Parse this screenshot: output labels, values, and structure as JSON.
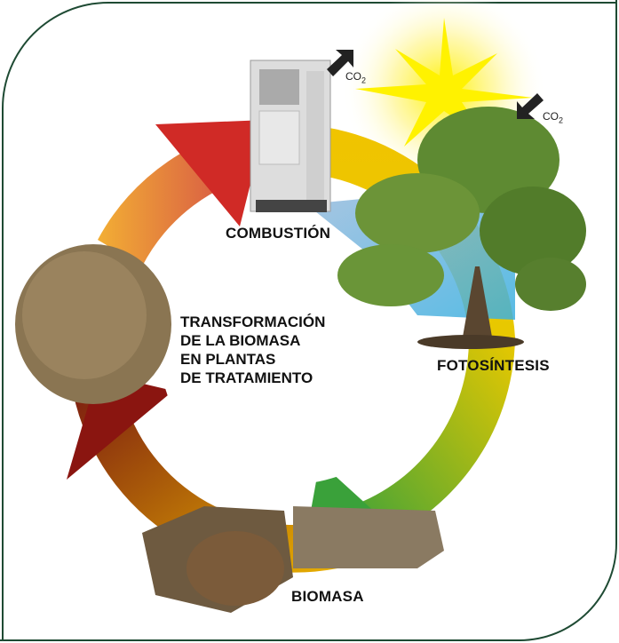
{
  "labels": {
    "combustion": "COMBUSTIÓN",
    "photosynthesis": "FOTOSÍNTESIS",
    "biomass": "BIOMASA",
    "transformation": [
      "TRANSFORMACIÓN",
      "DE LA BIOMASA",
      "EN PLANTAS",
      "DE TRATAMIENTO"
    ]
  },
  "co2": {
    "text": "CO",
    "subscript": "2"
  },
  "colors": {
    "frame": "#1e4a33",
    "red": "#c8202a",
    "yellow": "#f0c400",
    "green": "#3aa13a",
    "brown": "#7a2a10",
    "sun": "#fff200"
  }
}
